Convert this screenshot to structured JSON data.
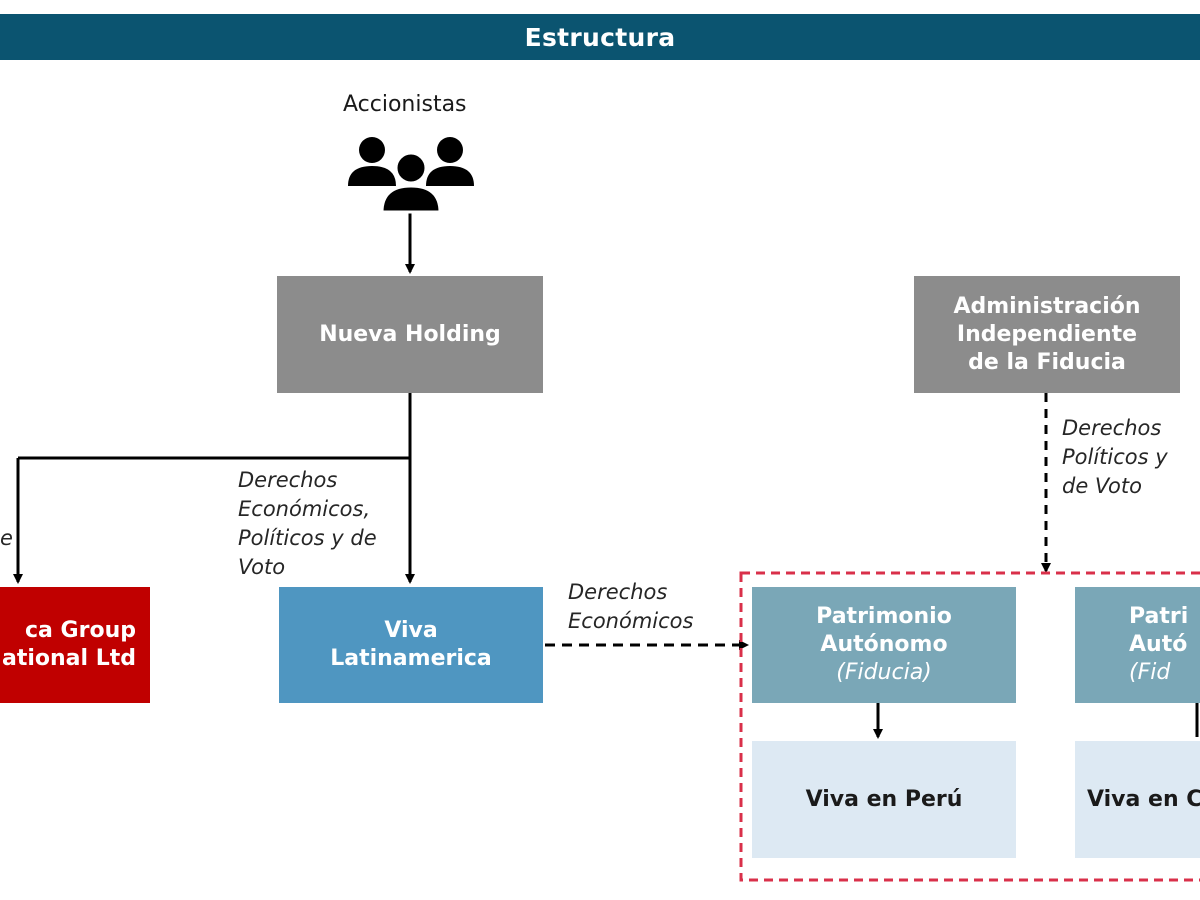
{
  "header": {
    "title": "Estructura"
  },
  "shareholders": {
    "label": "Accionistas",
    "icon": "people-group-icon"
  },
  "nodes": {
    "nueva_holding": {
      "label": "Nueva Holding"
    },
    "admin_fiducia": {
      "line1": "Administración",
      "line2": "Independiente",
      "line3": "de la Fiducia"
    },
    "red_company": {
      "line1": "ca Group",
      "line2": "ational Ltd"
    },
    "viva_latam": {
      "line1": "Viva",
      "line2": "Latinamerica"
    },
    "patrimonio_1": {
      "line1": "Patrimonio",
      "line2": "Autónomo",
      "sub": "(Fiducia)"
    },
    "patrimonio_2": {
      "line1": "Patri",
      "line2": "Autó",
      "sub": "(Fid"
    },
    "viva_peru": {
      "label": "Viva en Perú"
    },
    "viva_other": {
      "label": "Viva en C"
    }
  },
  "edge_labels": {
    "left_edge_fragment": "e",
    "econ_pol_voto": "Derechos\nEconómicos,\nPolíticos y de\nVoto",
    "pol_voto": "Derechos\nPolíticos y\nde Voto",
    "economicos": "Derechos\nEconómicos"
  },
  "colors": {
    "header": "#0b5470",
    "grey_box": "#8c8c8c",
    "red_box": "#c00000",
    "blue_box": "#4f96c1",
    "teal_box": "#7aa7b7",
    "pale_box": "#dde9f3",
    "dashed_border": "#d9304a"
  }
}
